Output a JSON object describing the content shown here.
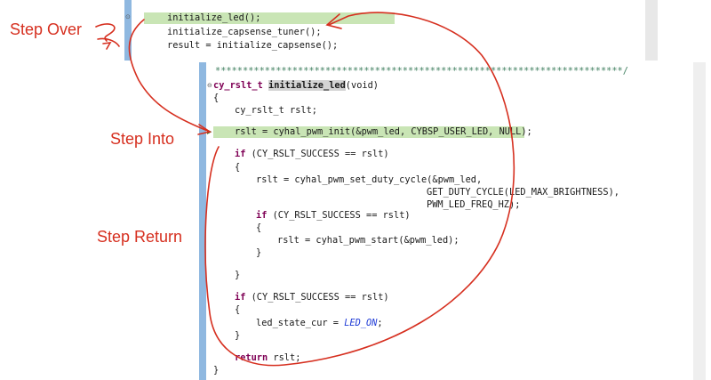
{
  "labels": {
    "step_over": "Step Over",
    "step_into": "Step Into",
    "step_return": "Step Return"
  },
  "top_editor": {
    "lines": [
      "initialize_led();",
      "initialize_capsense_tuner();",
      "result = initialize_capsense();"
    ]
  },
  "bottom_editor": {
    "separator": "**************************************************************************/",
    "fn_sig": {
      "ret": "cy_rslt_t ",
      "name": "initialize_led",
      "args": "(void)"
    },
    "open_brace": "{",
    "decl": "cy_rslt_t rslt;",
    "pwm_init": "rslt = cyhal_pwm_init(&pwm_led, CYBSP_USER_LED, NULL);",
    "kw_if": "if",
    "kw_return": "return",
    "cond1": " (CY_RSLT_SUCCESS == rslt)",
    "brace_open": "{",
    "brace_close": "}",
    "duty1": "rslt = cyhal_pwm_set_duty_cycle(&pwm_led,",
    "duty2": "GET_DUTY_CYCLE(LED_MAX_BRIGHTNESS),",
    "duty3": "PWM_LED_FREQ_HZ);",
    "pwm_start": "rslt = cyhal_pwm_start(&pwm_led);",
    "led_state_lhs": "led_state_cur = ",
    "led_on": "LED_ON",
    "semicolon": ";",
    "return_val": " rslt;",
    "fn_close": "}"
  },
  "colors": {
    "annotation": "#d62f1f",
    "current_line_highlight": "#c9e5b5",
    "gutter": "#8fb8e0",
    "keyword": "#7f0055",
    "macro": "#1f3bd6"
  }
}
